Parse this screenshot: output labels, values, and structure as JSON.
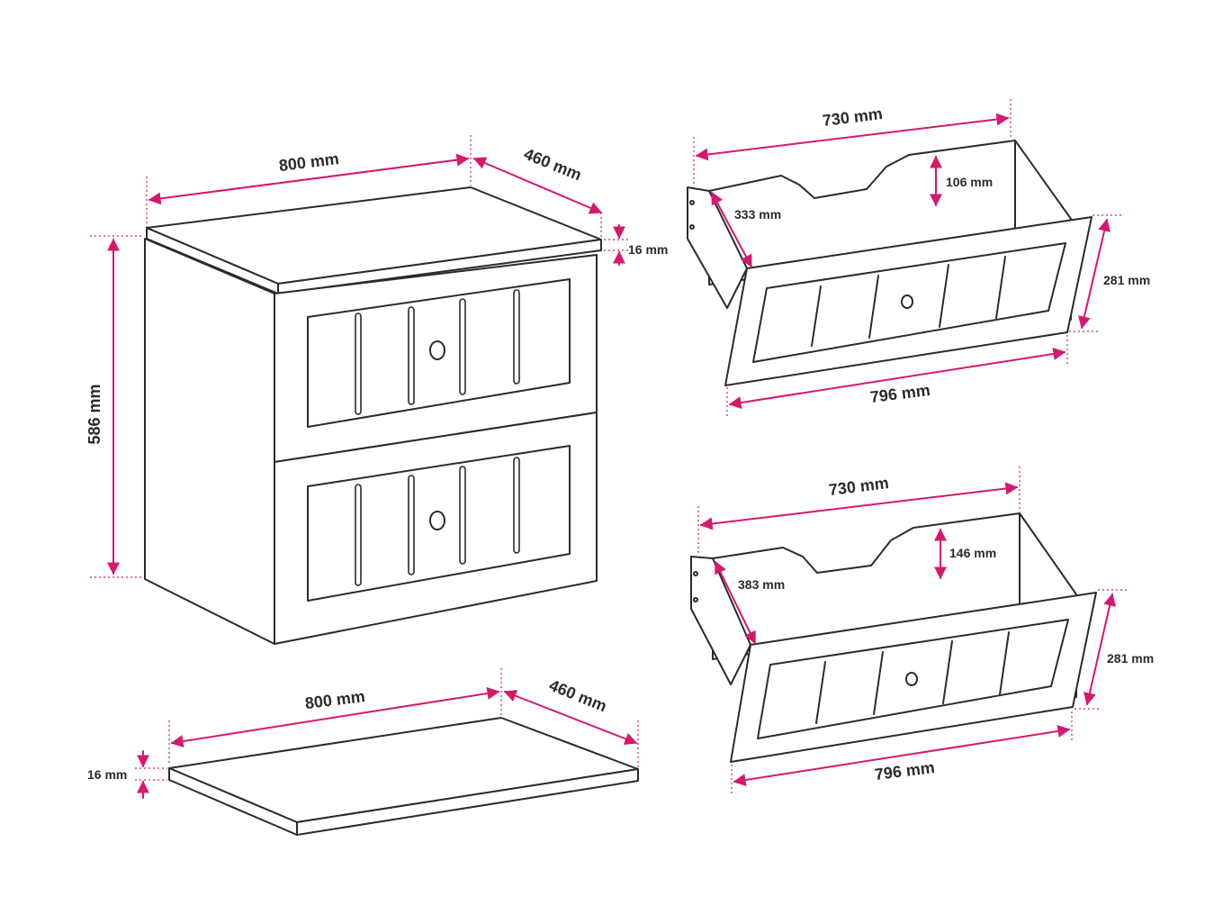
{
  "colors": {
    "dimension": "#d6186e",
    "line": "#2b2b2b",
    "background": "#ffffff"
  },
  "cabinet": {
    "width": "800 mm",
    "depth": "460 mm",
    "height": "586 mm",
    "top_thickness": "16 mm"
  },
  "top_drawer": {
    "inner_width": "730 mm",
    "front_width": "796 mm",
    "front_height": "281 mm",
    "side_depth": "333 mm",
    "cutout_depth": "106 mm"
  },
  "bottom_drawer": {
    "inner_width": "730 mm",
    "front_width": "796 mm",
    "front_height": "281 mm",
    "side_depth": "383 mm",
    "cutout_depth": "146 mm"
  },
  "top_panel": {
    "width": "800 mm",
    "depth": "460 mm",
    "thickness": "16 mm"
  }
}
